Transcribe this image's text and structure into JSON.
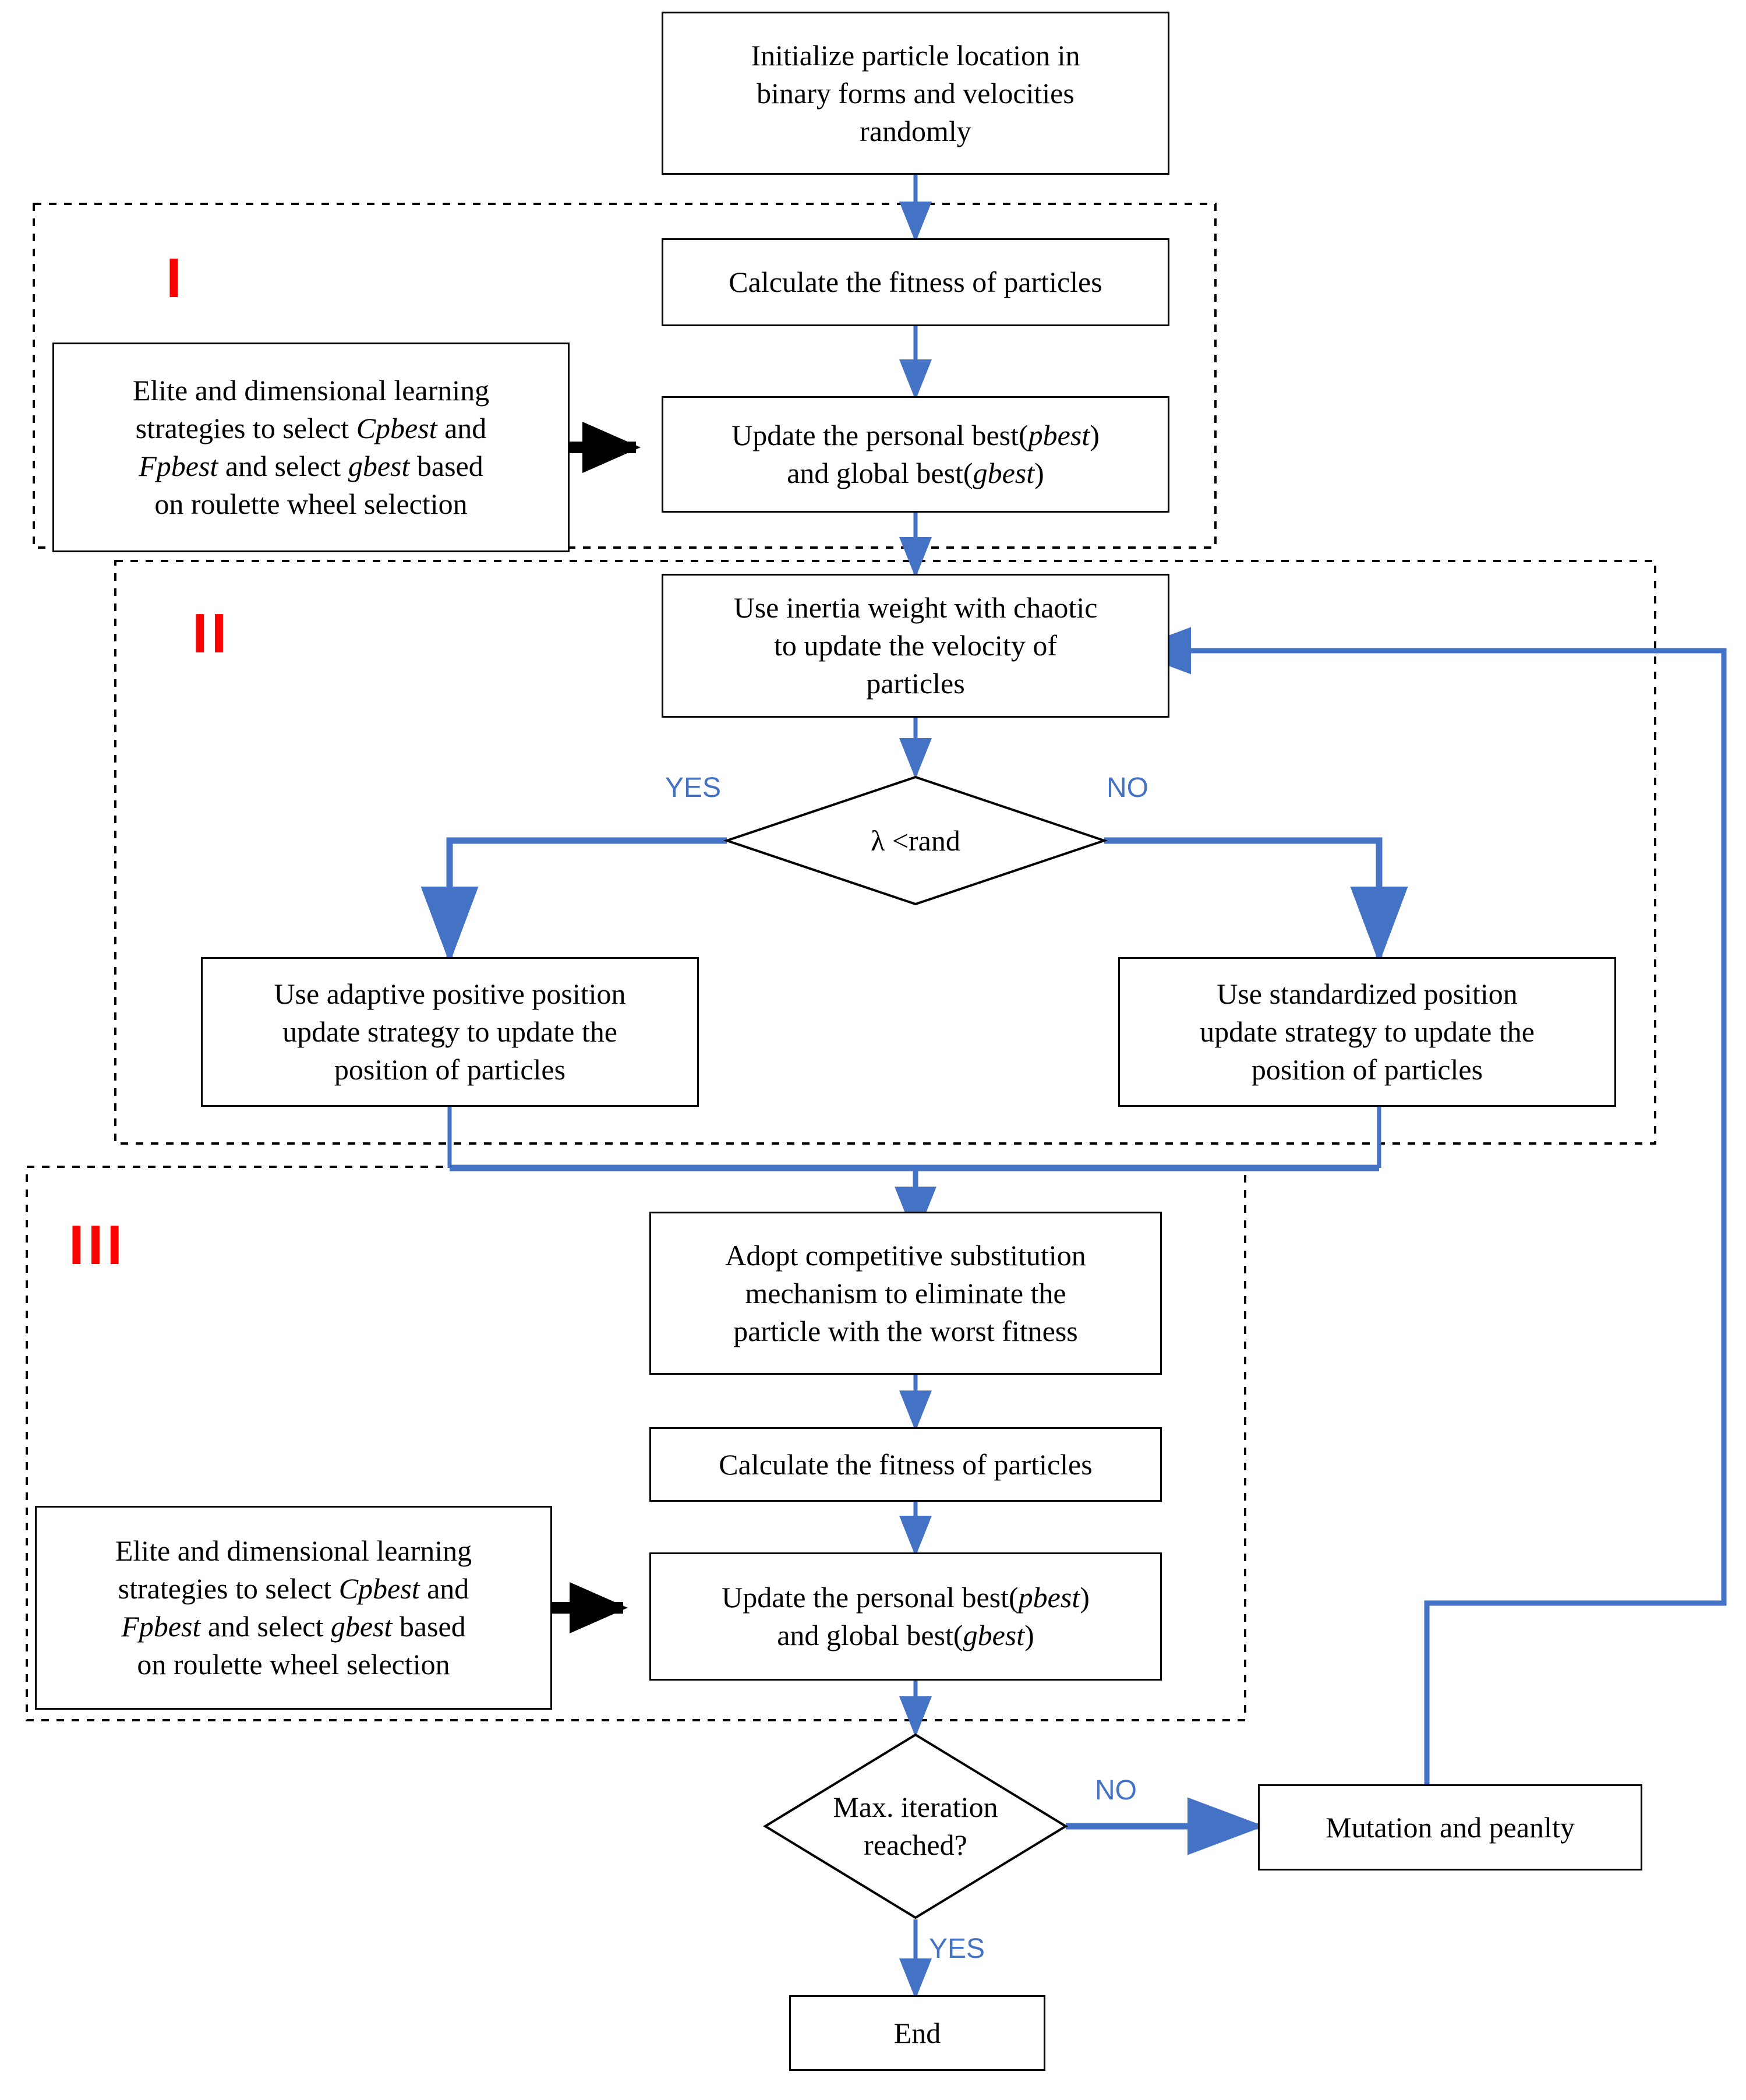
{
  "diagram": {
    "title": "Improved binary particle swarm optimization flowchart",
    "colors": {
      "arrow_blue": "#4472C4",
      "phase_label_red": "#FF0000",
      "node_border": "#000000",
      "background": "#FFFFFF",
      "dashed_group_border": "#000000"
    }
  },
  "phases": [
    {
      "id": "phase-1",
      "label": "I"
    },
    {
      "id": "phase-2",
      "label": "II"
    },
    {
      "id": "phase-3",
      "label": "III"
    }
  ],
  "nodes": {
    "initialize": {
      "type": "process",
      "lines": [
        "Initialize particle location in",
        "binary forms and velocities",
        "randomly"
      ]
    },
    "calc_fitness_1": {
      "type": "process",
      "lines": [
        "Calculate the fitness of particles"
      ]
    },
    "elite_learning_1": {
      "type": "process",
      "html": "Elite and dimensional learning<br>strategies to select <i>Cpbest</i> and<br><i>Fpbest</i> and select <i>gbest</i> based<br>on roulette wheel selection"
    },
    "update_best_1": {
      "type": "process",
      "html": "Update the personal best(<i>pbest</i>)<br>and global best(<i>gbest</i>)"
    },
    "inertia_weight": {
      "type": "process",
      "lines": [
        "Use inertia weight with chaotic",
        "to update the velocity of",
        "particles"
      ]
    },
    "lambda_decision": {
      "type": "decision",
      "lines": [
        "λ <rand"
      ]
    },
    "adaptive_position": {
      "type": "process",
      "lines": [
        "Use adaptive positive position",
        "update strategy to update the",
        "position of particles"
      ]
    },
    "standardized_position": {
      "type": "process",
      "lines": [
        "Use standardized position",
        "update strategy to update the",
        "position of particles"
      ]
    },
    "competitive_substitution": {
      "type": "process",
      "lines": [
        "Adopt competitive substitution",
        "mechanism to eliminate the",
        "particle with the worst fitness"
      ]
    },
    "calc_fitness_2": {
      "type": "process",
      "lines": [
        "Calculate the fitness of particles"
      ]
    },
    "elite_learning_2": {
      "type": "process",
      "html": "Elite and dimensional learning<br>strategies to select <i>Cpbest</i> and<br><i>Fpbest</i> and select <i>gbest</i> based<br>on roulette wheel selection"
    },
    "update_best_2": {
      "type": "process",
      "html": "Update the personal best(<i>pbest</i>)<br>and global best(<i>gbest</i>)"
    },
    "max_iteration_decision": {
      "type": "decision",
      "lines": [
        "Max. iteration",
        "reached?"
      ]
    },
    "mutation_penalty": {
      "type": "process",
      "lines": [
        "Mutation and peanlty"
      ]
    },
    "end": {
      "type": "terminator",
      "lines": [
        "End"
      ]
    }
  },
  "edge_labels": {
    "lambda_yes": "YES",
    "lambda_no": "NO",
    "max_iter_no": "NO",
    "max_iter_yes": "YES"
  }
}
